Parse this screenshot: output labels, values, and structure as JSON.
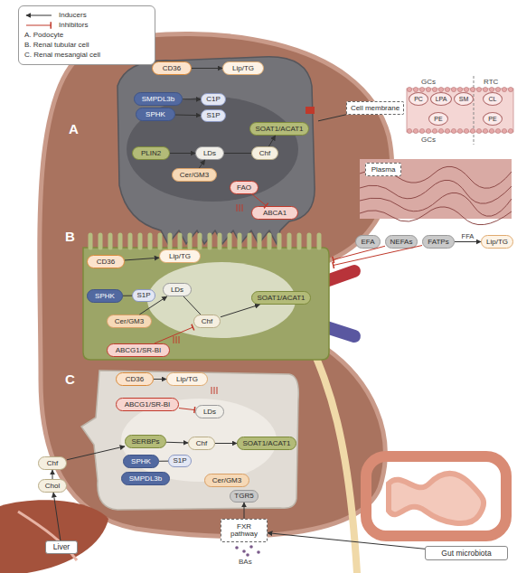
{
  "diagram": {
    "nodes": [
      {
        "text": [
          "A"
        ]
      },
      {
        "text": [
          "CD36"
        ],
        "in": 0
      },
      {
        "text": [
          "Lip/TG"
        ],
        "in": 0
      },
      {
        "text": [
          "SMPDL3b"
        ],
        "in": 0
      },
      {
        "text": [
          "SPHK"
        ],
        "in": 0
      },
      {
        "text": [
          "C1P"
        ],
        "in": 0
      },
      {
        "text": [
          "S1P"
        ],
        "in": 0
      },
      {
        "text": [
          "SOAT1/ACAT1"
        ],
        "in": 0
      },
      {
        "text": [
          "PLIN2"
        ],
        "in": 0
      },
      {
        "text": [
          "LDs"
        ],
        "in": 0
      },
      {
        "text": [
          "Chf"
        ],
        "in": 0
      },
      {
        "text": [
          "Cer/GM3"
        ],
        "in": 0
      },
      {
        "text": [
          "FAO"
        ],
        "in": 0
      },
      {
        "text": [
          "ABCA1"
        ],
        "in": 0
      },
      {
        "text": [
          "Cell membrane"
        ]
      },
      {
        "text": [
          "PC"
        ]
      },
      {
        "text": [
          "LPA"
        ]
      },
      {
        "text": [
          "SM"
        ]
      },
      {
        "text": [
          "PE"
        ]
      },
      {
        "text": [
          "CL"
        ]
      },
      {
        "text": [
          "PE"
        ]
      },
      {
        "text": [
          "Plasma"
        ]
      },
      {
        "text": [
          "EFA"
        ]
      },
      {
        "text": [
          "NEFAs"
        ]
      },
      {
        "text": [
          "FATPs"
        ]
      },
      {
        "text": [
          "Lip/TG"
        ]
      },
      {
        "text": [
          "B"
        ]
      },
      {
        "text": [
          "CD36"
        ],
        "in": 26
      },
      {
        "text": [
          "Lip/TG"
        ],
        "in": 26
      },
      {
        "text": [
          "SPHK"
        ],
        "in": 26
      },
      {
        "text": [
          "S1P"
        ],
        "in": 26
      },
      {
        "text": [
          "LDs"
        ],
        "in": 26
      },
      {
        "text": [
          "SOAT1/ACAT1"
        ],
        "in": 26
      },
      {
        "text": [
          "Cer/GM3"
        ],
        "in": 26
      },
      {
        "text": [
          "Chf"
        ],
        "in": 26
      },
      {
        "text": [
          "ABCG1/SR-BI"
        ],
        "in": 26
      },
      {
        "text": [
          "C"
        ]
      },
      {
        "text": [
          "CD36"
        ],
        "in": 36
      },
      {
        "text": [
          "Lip/TG"
        ],
        "in": 36
      },
      {
        "text": [
          "ABCG1/SR-BI"
        ],
        "in": 36
      },
      {
        "text": [
          "LDs"
        ],
        "in": 36
      },
      {
        "text": [
          "SERBPs"
        ],
        "in": 36
      },
      {
        "text": [
          "Chf"
        ],
        "in": 36
      },
      {
        "text": [
          "SOAT1/ACAT1"
        ],
        "in": 36
      },
      {
        "text": [
          "SPHK"
        ],
        "in": 36
      },
      {
        "text": [
          "S1P"
        ],
        "in": 36
      },
      {
        "text": [
          "SMPDL3b"
        ],
        "in": 36
      },
      {
        "text": [
          "Cer/GM3"
        ],
        "in": 36
      },
      {
        "text": [
          "TGR5"
        ],
        "in": 36
      },
      {
        "text": [
          "Chf"
        ]
      },
      {
        "text": [
          "Chol"
        ]
      },
      {
        "text": [
          "Liver"
        ]
      },
      {
        "text": [
          "FXR pathway"
        ]
      },
      {
        "text": [
          "Gut microbiota"
        ]
      }
    ],
    "edges": [
      {
        "from": 1,
        "to": 2,
        "arrow": "to"
      },
      {
        "from": 3,
        "to": 5,
        "arrow": "to"
      },
      {
        "from": 4,
        "to": 6,
        "arrow": "to"
      },
      {
        "from": 8,
        "to": 9,
        "arrow": "to"
      },
      {
        "from": 9,
        "to": 10,
        "arrow": "none"
      },
      {
        "from": 10,
        "to": 7,
        "arrow": "to"
      },
      {
        "from": 11,
        "to": 9,
        "arrow": "to"
      },
      {
        "from": 12,
        "to": 13,
        "arrow": "to"
      },
      {
        "from": 0,
        "to": 14,
        "arrow": "none"
      },
      {
        "from": 24,
        "to": 25,
        "label": "FFA",
        "arrow": "to"
      },
      {
        "from": 23,
        "to": 26,
        "arrow": "to"
      },
      {
        "from": 24,
        "to": 26,
        "arrow": "to"
      },
      {
        "from": 27,
        "to": 28,
        "arrow": "to"
      },
      {
        "from": 29,
        "to": 30,
        "arrow": "none"
      },
      {
        "from": 31,
        "to": 34,
        "arrow": "none"
      },
      {
        "from": 34,
        "to": 32,
        "arrow": "to"
      },
      {
        "from": 33,
        "to": 31,
        "arrow": "to"
      },
      {
        "from": 35,
        "to": 34,
        "arrow": "to"
      },
      {
        "from": 37,
        "to": 38,
        "arrow": "to"
      },
      {
        "from": 39,
        "to": 40,
        "arrow": "to"
      },
      {
        "from": 41,
        "to": 42,
        "arrow": "to"
      },
      {
        "from": 42,
        "to": 43,
        "arrow": "to"
      },
      {
        "from": 44,
        "to": 45,
        "arrow": "none"
      },
      {
        "from": 51,
        "to": 50,
        "arrow": "to"
      },
      {
        "from": 50,
        "to": 49,
        "arrow": "to"
      },
      {
        "from": 49,
        "to": 41,
        "arrow": "to"
      },
      {
        "from": 53,
        "to": 52,
        "arrow": "to"
      },
      {
        "from": 52,
        "to": 48,
        "arrow": "to"
      }
    ],
    "labels": [
      "GCs",
      "RTC",
      "GCs",
      "BAs"
    ],
    "legend": [
      {
        "text": "Inducers"
      },
      {
        "text": "Inhibitors"
      },
      {
        "text": "A. Podocyte"
      },
      {
        "text": "B. Renal tubular cell"
      },
      {
        "text": "C. Renal mesangial cell"
      }
    ]
  }
}
